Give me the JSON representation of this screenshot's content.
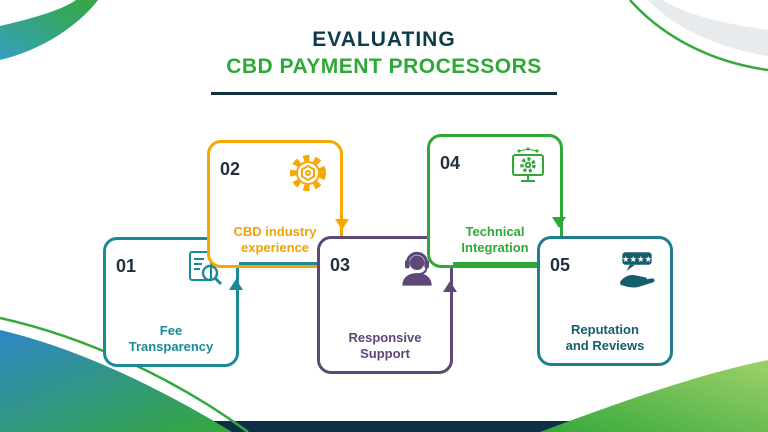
{
  "title": {
    "line1": "EVALUATING",
    "line2": "CBD PAYMENT PROCESSORS"
  },
  "steps": [
    {
      "number": "01",
      "label": "Fee\nTransparency",
      "icon": "document-search-icon",
      "accent": "#1a8a99"
    },
    {
      "number": "02",
      "label": "CBD industry\nexperience",
      "icon": "gear-icon",
      "accent": "#f6a800"
    },
    {
      "number": "03",
      "label": "Responsive\nSupport",
      "icon": "support-agent-icon",
      "accent": "#5d4878"
    },
    {
      "number": "04",
      "label": "Technical\nIntegration",
      "icon": "monitor-gear-icon",
      "accent": "#2ea836"
    },
    {
      "number": "05",
      "label": "Reputation\nand Reviews",
      "icon": "stars-hand-icon",
      "accent": "#155e6b"
    }
  ],
  "colors": {
    "title_primary": "#0d3b4a",
    "title_accent": "#2ea836",
    "number": "#22313f",
    "background": "#ffffff",
    "footer_bar": "#0e2f45",
    "decor_green": "#35a83b",
    "decor_blue": "#2f86c6",
    "decor_gray": "#e8ebed"
  }
}
